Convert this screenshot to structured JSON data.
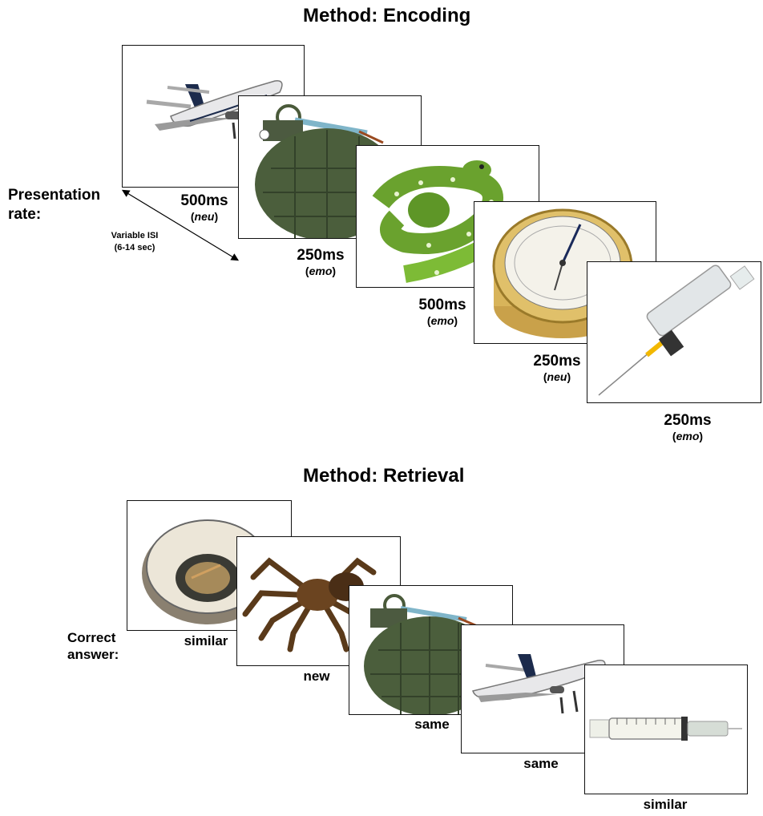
{
  "encoding": {
    "title": "Method: Encoding",
    "presentation_label_line1": "Presentation",
    "presentation_label_line2": "rate:",
    "isi_line1": "Variable ISI",
    "isi_line2": "(6-14 sec)",
    "cards": [
      {
        "image": "airplane",
        "time": "500ms",
        "condition": "neu"
      },
      {
        "image": "grenade",
        "time": "250ms",
        "condition": "emo"
      },
      {
        "image": "snake",
        "time": "500ms",
        "condition": "emo"
      },
      {
        "image": "barometer",
        "time": "250ms",
        "condition": "neu"
      },
      {
        "image": "syringe",
        "time": "250ms",
        "condition": "emo"
      }
    ]
  },
  "retrieval": {
    "title": "Method: Retrieval",
    "answer_label_line1": "Correct",
    "answer_label_line2": "answer:",
    "cards": [
      {
        "image": "barometer",
        "answer": "similar"
      },
      {
        "image": "spider",
        "answer": "new"
      },
      {
        "image": "grenade",
        "answer": "same"
      },
      {
        "image": "airplane",
        "answer": "same"
      },
      {
        "image": "syringe",
        "answer": "similar"
      }
    ]
  }
}
